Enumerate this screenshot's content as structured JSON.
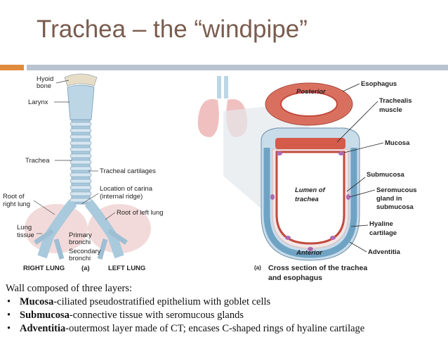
{
  "slide": {
    "title": "Trachea – the “windpipe”"
  },
  "colors": {
    "title": "#7a5c4e",
    "accent_orange": "#e08a3c",
    "rule_gray": "#b8c3cf",
    "cartilage_blue": "#a9c9dc",
    "mucosa_red": "#c24a3e",
    "lung_pink": "#f0c0c0"
  },
  "left_figure": {
    "labels": {
      "hyoid": "Hyoid\nbone",
      "larynx": "Larynx",
      "trachea": "Trachea",
      "tracheal_cartilages": "Tracheal cartilages",
      "carina": "Location of carina\n(internal ridge)",
      "root_right": "Root of\nright lung",
      "root_left": "Root of left lung",
      "lung_tissue": "Lung\ntissue",
      "primary_bronchi": "Primary\nbronchi",
      "secondary_bronchi": "Secondary\nbronchi",
      "right_lung": "RIGHT LUNG",
      "panel": "(a)",
      "left_lung": "LEFT LUNG"
    }
  },
  "right_figure": {
    "labels": {
      "esophagus": "Esophagus",
      "posterior": "Posterior",
      "trachealis": "Trachealis\nmuscle",
      "mucosa": "Mucosa",
      "submucosa": "Submucosa",
      "lumen": "Lumen of\ntrachea",
      "seromucous": "Seromucous\ngland in\nsubmucosa",
      "hyaline": "Hyaline\ncartilage",
      "anterior": "Anterior",
      "adventitia": "Adventitia",
      "panel": "(a)",
      "caption": "Cross section of the trachea\nand esophagus"
    }
  },
  "body_text": {
    "intro": "Wall composed of three layers:",
    "items": [
      {
        "term": "Mucosa",
        "desc": "-ciliated pseudostratified epithelium with goblet cells"
      },
      {
        "term": "Submucosa",
        "desc": "-connective tissue with seromucous glands"
      },
      {
        "term": "Adventitia",
        "desc": "-outermost layer made of CT; encases C-shaped rings of hyaline cartilage"
      }
    ]
  }
}
